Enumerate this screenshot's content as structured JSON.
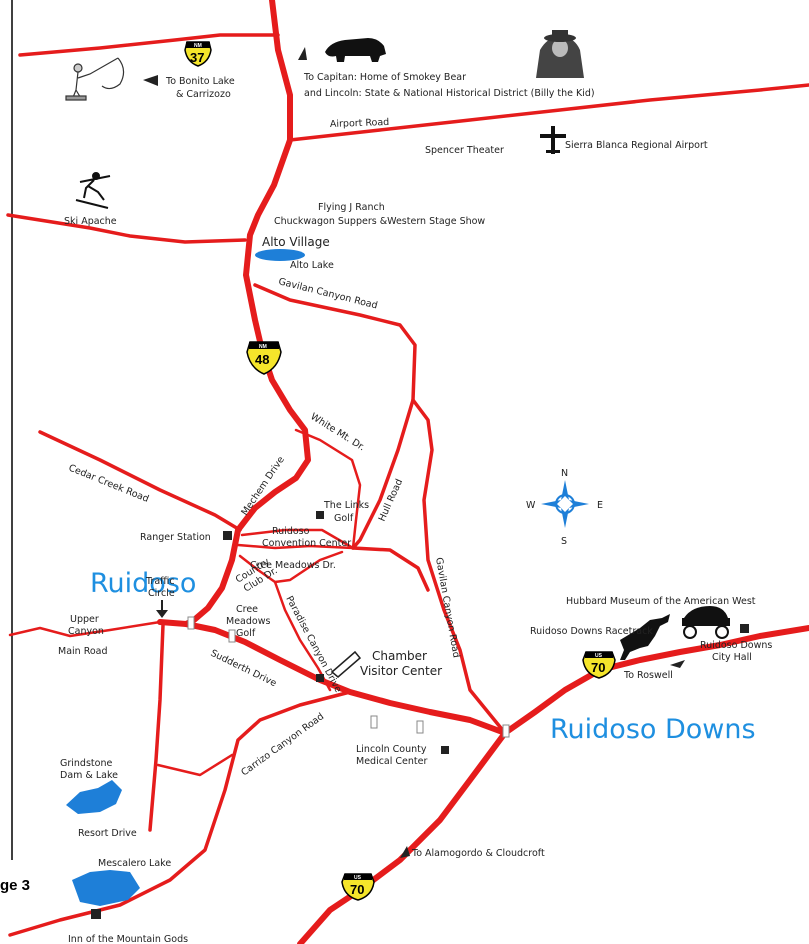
{
  "colors": {
    "road": "#e51c1c",
    "town": "#1e8fe0",
    "water": "#1e7fd8",
    "shield": "#f5e52b"
  },
  "page_label": "ge 3",
  "shields": {
    "nm37": "37",
    "nm48": "48",
    "us70_east": "70",
    "us70_south": "70",
    "nm_top": "NM",
    "us_top": "US"
  },
  "towns": {
    "ruidoso": "Ruidoso",
    "ruidoso_downs": "Ruidoso Downs"
  },
  "labels": {
    "bonito_1": "To Bonito Lake",
    "bonito_2": "& Carrizozo",
    "capitan_1": "To Capitan: Home of Smokey Bear",
    "capitan_2": "and Lincoln: State & National Historical District (Billy the Kid)",
    "airport_road": "Airport Road",
    "spencer": "Spencer Theater",
    "sierra_blanca": "Sierra Blanca Regional Airport",
    "ski_apache": "Ski Apache",
    "flying_j_1": "Flying J Ranch",
    "flying_j_2": "Chuckwagon Suppers &Western Stage Show",
    "alto_village": "Alto Village",
    "alto_lake": "Alto Lake",
    "gavilan_canyon_road_top": "Gavilan Canyon Road",
    "white_mt": "White Mt. Dr.",
    "cedar_creek": "Cedar Creek Road",
    "mechem": "Mechem Drive",
    "hull_road": "Hull Road",
    "links_1": "The Links",
    "links_2": "Golf",
    "ranger_station": "Ranger Station",
    "conv_1": "Ruidoso",
    "conv_2": "Convention Center",
    "cree_meadows_dr": "Cree Meadows Dr.",
    "country_club_1": "Country",
    "country_club_2": "Club Dr.",
    "paradise": "Paradise Canyon Drive",
    "cree_golf_1": "Cree",
    "cree_golf_2": "Meadows",
    "cree_golf_3": "Golf",
    "traffic_1": "Traffic",
    "traffic_2": "Circle",
    "upper_1": "Upper",
    "upper_2": "Canyon",
    "main_road": "Main Road",
    "sudderth": "Sudderth Drive",
    "chamber_1": "Chamber",
    "chamber_2": "Visitor Center",
    "gavilan_canyon_road_mid": "Gavilan Canyon Road",
    "hubbard": "Hubbard Museum of the American West",
    "racetrack": "Ruidoso Downs Racetrack",
    "city_hall_1": "Ruidoso Downs",
    "city_hall_2": "City Hall",
    "to_roswell": "To Roswell",
    "carrizo": "Carrizo Canyon Road",
    "lincoln_med_1": "Lincoln County",
    "lincoln_med_2": "Medical Center",
    "grindstone_1": "Grindstone",
    "grindstone_2": "Dam & Lake",
    "resort_drive": "Resort Drive",
    "mescalero": "Mescalero Lake",
    "inn": "Inn of the Mountain Gods",
    "alamogordo": "To Alamogordo & Cloudcroft"
  },
  "compass": {
    "n": "N",
    "s": "S",
    "e": "E",
    "w": "W"
  }
}
